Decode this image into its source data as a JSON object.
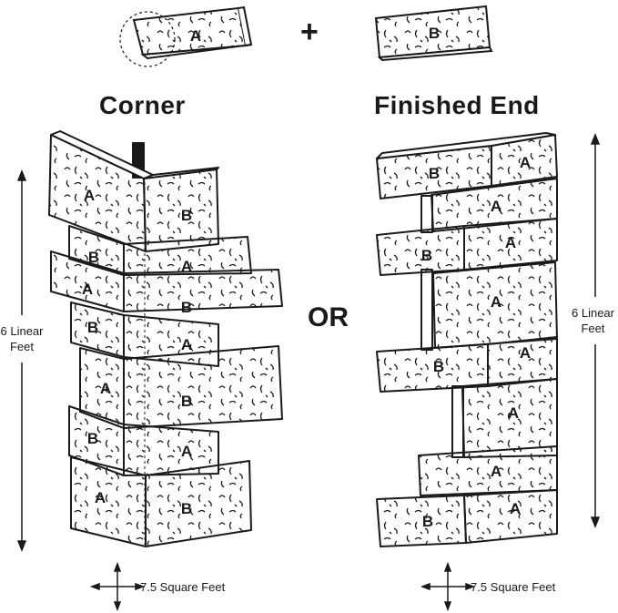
{
  "top_pieces": {
    "piece_a": "A",
    "piece_b": "B",
    "plus": "+"
  },
  "corner": {
    "title": "Corner",
    "height_label": [
      "6 Linear",
      "Feet"
    ],
    "area_label": "7.5 Square Feet"
  },
  "separator": "OR",
  "finished_end": {
    "title": "Finished End",
    "height_label": [
      "6 Linear",
      "Feet"
    ],
    "area_label": "7.5 Square Feet"
  },
  "colors": {
    "ink": "#1a1a1a",
    "paper": "#ffffff"
  }
}
